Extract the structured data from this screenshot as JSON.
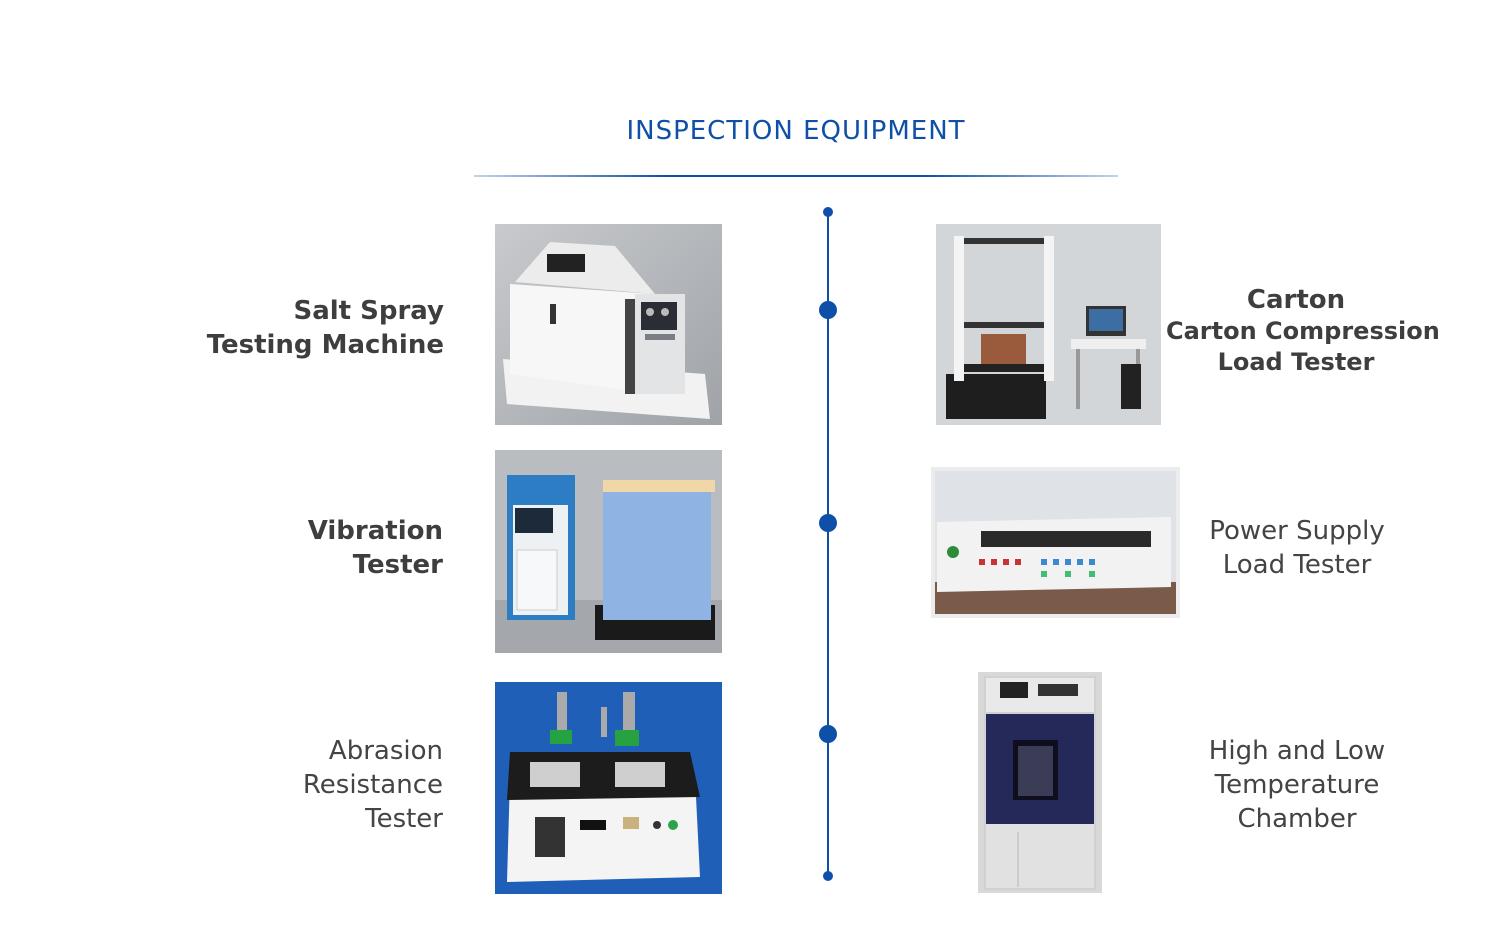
{
  "header": {
    "title": "INSPECTION EQUIPMENT"
  },
  "colors": {
    "accent": "#0e4fa8",
    "text": "#444444"
  },
  "left_items": [
    {
      "lines": [
        "Salt Spray",
        "Testing Machine"
      ],
      "image_icon": "salt-spray-machine"
    },
    {
      "lines": [
        "Vibration",
        "Tester"
      ],
      "image_icon": "vibration-tester"
    },
    {
      "lines": [
        "Abrasion",
        "Resistance",
        "Tester"
      ],
      "image_icon": "abrasion-tester"
    }
  ],
  "right_items": [
    {
      "lines": [
        "Carton",
        "Carton Compression",
        "Load Tester"
      ],
      "image_icon": "carton-compression-tester"
    },
    {
      "lines": [
        "Power Supply",
        "Load Tester"
      ],
      "image_icon": "power-supply-load-tester"
    },
    {
      "lines": [
        "High and Low",
        "Temperature",
        "Chamber"
      ],
      "image_icon": "temperature-chamber"
    }
  ]
}
